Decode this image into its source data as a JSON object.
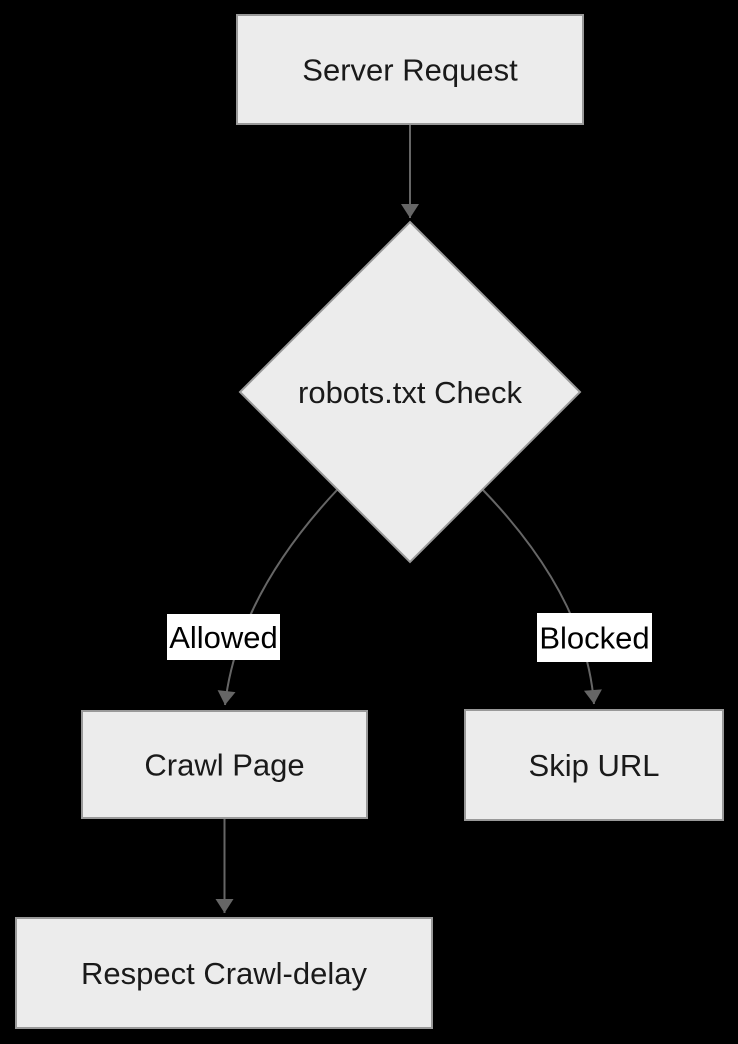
{
  "diagram": {
    "type": "flowchart",
    "direction": "top-down",
    "colors": {
      "background": "#000000",
      "node_fill": "#ececec",
      "node_stroke": "#999999",
      "edge_color": "#666666",
      "node_text": "#1a1a1a",
      "edge_label_bg": "#ffffff",
      "edge_label_text": "#000000"
    },
    "nodes": {
      "server_request": {
        "label": "Server Request",
        "shape": "rect"
      },
      "robots_check": {
        "label": "robots.txt Check",
        "shape": "diamond"
      },
      "crawl_page": {
        "label": "Crawl Page",
        "shape": "rect"
      },
      "skip_url": {
        "label": "Skip URL",
        "shape": "rect"
      },
      "respect_crawl_delay": {
        "label": "Respect Crawl-delay",
        "shape": "rect"
      }
    },
    "edges": [
      {
        "from": "server_request",
        "to": "robots_check",
        "label": ""
      },
      {
        "from": "robots_check",
        "to": "crawl_page",
        "label": "Allowed"
      },
      {
        "from": "robots_check",
        "to": "skip_url",
        "label": "Blocked"
      },
      {
        "from": "crawl_page",
        "to": "respect_crawl_delay",
        "label": ""
      }
    ]
  }
}
